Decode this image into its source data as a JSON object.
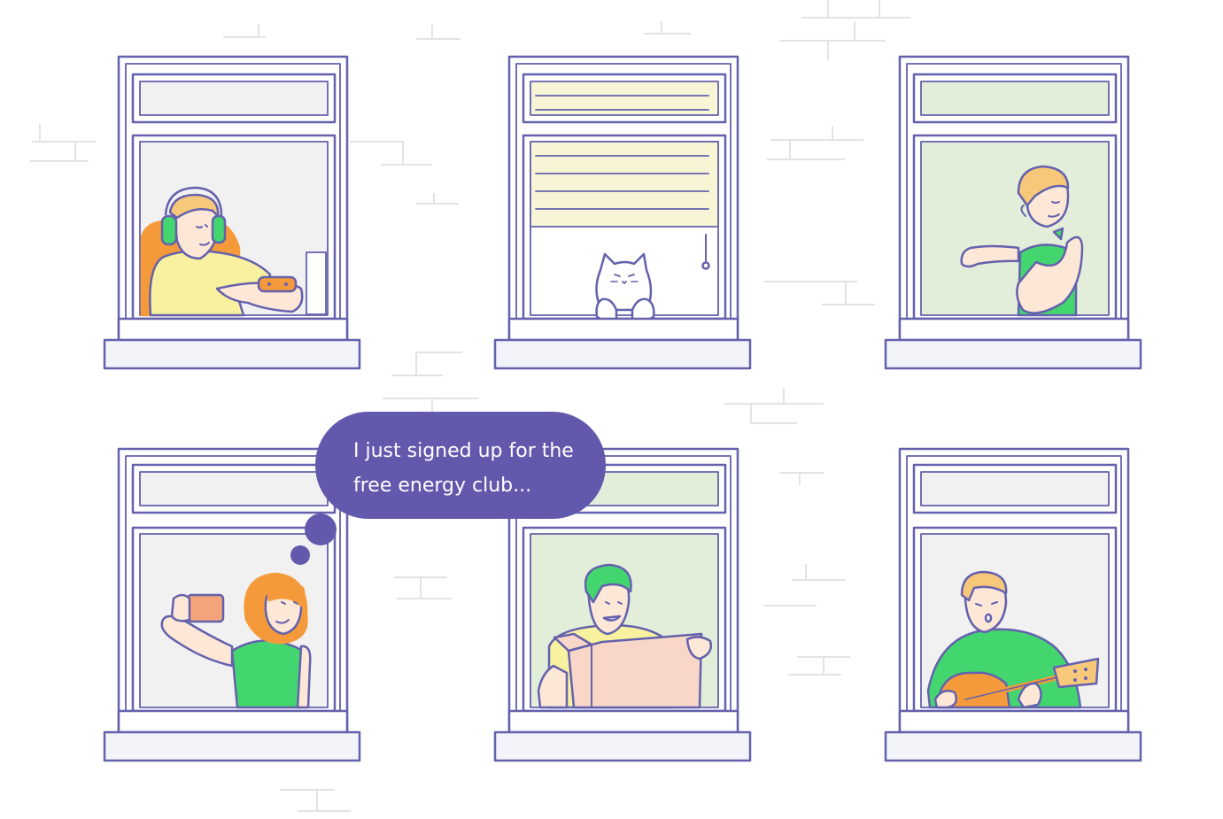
{
  "speech_bubble": {
    "line1": "I just signed up for the",
    "line2": "free energy club..."
  },
  "colors": {
    "frame_stroke": "#6461ad",
    "window_gray_pane": "#f1f1f1",
    "window_green_pane": "#e2eed9",
    "blind_yellow": "#f8f4d6",
    "brick_line": "#e3e3e3",
    "sill_fill": "#f3f4f9",
    "bubble_fill": "#6259ad",
    "green_shirt": "#43d66f",
    "orange_chair": "#f59a3a",
    "skin": "#fde7d6"
  },
  "windows": [
    {
      "scene": "gamer-with-headphones",
      "pane": "gray"
    },
    {
      "scene": "cat-under-blinds",
      "pane": "yellow-blinds"
    },
    {
      "scene": "person-stretching",
      "pane": "green"
    },
    {
      "scene": "woman-taking-selfie",
      "pane": "gray"
    },
    {
      "scene": "man-opening-box",
      "pane": "green"
    },
    {
      "scene": "man-playing-guitar",
      "pane": "gray"
    }
  ]
}
